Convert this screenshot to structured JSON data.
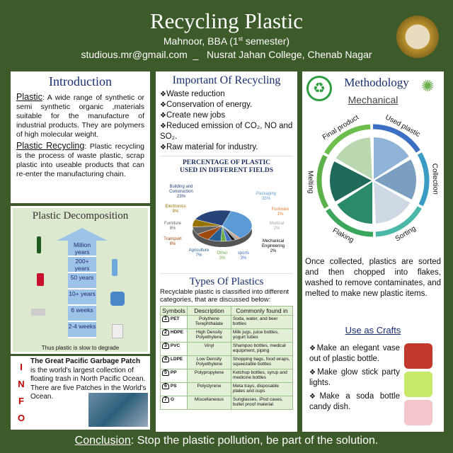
{
  "header": {
    "title": "Recycling Plastic",
    "author": "Mahnoor, BBA (1",
    "sup": "st",
    "author_end": " semester)",
    "contact": "studious.mr@gmail.com  _   Nusrat Jahan College, Chenab Nagar"
  },
  "intro": {
    "heading": "Introduction",
    "p1_term": "Plastic",
    "p1": ": A wide range of synthetic or semi synthetic organic ,materials suitable for the manufacture of industrial products. They are polymers of high molecular weight.",
    "p2_term": "Plastic Recycling",
    "p2": ": Plastic recycling is the process of waste plastic, scrap plastic into useable products that can re-enter the manufacturing chain."
  },
  "decomposition": {
    "heading": "Plastic Decomposition",
    "levels": [
      "Million years",
      "200+ years",
      "50 years",
      "10+ years",
      "6 weeks",
      "2-4 weeks"
    ],
    "caption": "Thus plastic is slow to degrade"
  },
  "info": {
    "letters": [
      "I",
      "N",
      "F",
      "O"
    ],
    "bold": "The Great Pacific Garbage Patch",
    "text": " is the world's largest collection of floating trash in North Pacific Ocean. There are five Patches in the World's Ocean."
  },
  "importance": {
    "heading": "Important Of Recycling",
    "items": [
      "Waste reduction",
      "Conservation of energy.",
      "Create new jobs",
      "Reduced emission of CO₂, NO and SO₂.",
      "Raw material for industry."
    ]
  },
  "chart_data": {
    "type": "pie",
    "title": "PERCENTAGE OF PLASTIC USED IN DIFFERENT FIELDS",
    "categories": [
      "Packaging",
      "Footware",
      "Medical",
      "Mechanical Engineering",
      "sports",
      "Other",
      "Agriculture",
      "Transport",
      "Furniture",
      "Electronics",
      "Building and Construction"
    ],
    "values": [
      35,
      1,
      2,
      2,
      3,
      3,
      7,
      8,
      8,
      8,
      23
    ],
    "labels": [
      "35%",
      "1%",
      "2%",
      "2%",
      "3%",
      "3%",
      "7%",
      "8%",
      "8%",
      "8%",
      "23%"
    ],
    "colors": [
      "#5b9bd5",
      "#ed7d31",
      "#a5a5a5",
      "#111111",
      "#4472c4",
      "#70ad47",
      "#255e91",
      "#9e480e",
      "#636363",
      "#997300",
      "#264478"
    ]
  },
  "types": {
    "heading": "Types Of Plastics",
    "intro": "Recyclable plastic is classified into different categories, that are discussed below:",
    "columns": [
      "Symbols",
      "Description",
      "Commonly found in"
    ],
    "rows": [
      {
        "num": "1",
        "code": "PET",
        "desc": "Polythene Terephthalate",
        "found": "Soda, water, and beer bottles"
      },
      {
        "num": "2",
        "code": "HDPE",
        "desc": "High Density Polyethylene",
        "found": "Milk jugs, juice bottles, yogurt tubes"
      },
      {
        "num": "3",
        "code": "PVC",
        "desc": "Vinyl",
        "found": "Shampoo bottles, medical equipment, piping"
      },
      {
        "num": "4",
        "code": "LDPE",
        "desc": "Low Density Polyethylene",
        "found": "Shopping bags, food wraps, squeezable bottles"
      },
      {
        "num": "5",
        "code": "PP",
        "desc": "Polypropylene",
        "found": "Ketchup bottles, syrup and medicine bottles"
      },
      {
        "num": "6",
        "code": "PS",
        "desc": "Polystyrene",
        "found": "Meta trays, disposable plates and cups"
      },
      {
        "num": "7",
        "code": "O",
        "desc": "Miscellaneous",
        "found": "Sunglasses, iPod cases, bullet proof material"
      }
    ]
  },
  "methodology": {
    "heading": "Methodology",
    "sub": "Mechanical",
    "logo_text": "Reduce Reuse Recycle",
    "steps": [
      "Used plastic",
      "Collection",
      "Sorting",
      "Flaking",
      "Melting",
      "Final product"
    ],
    "text": "Once collected, plastics are sorted and then chopped into flakes, washed to remove contaminates, and melted to make new plastic items.",
    "crafts_heading": "Use as Crafts",
    "crafts": [
      "Make an elegant vase out of plastic bottle.",
      "Make glow stick party lights.",
      "Make a soda bottle candy dish."
    ]
  },
  "conclusion": {
    "term": "Conclusion",
    "text": ": Stop the plastic pollution, be part of the solution."
  }
}
